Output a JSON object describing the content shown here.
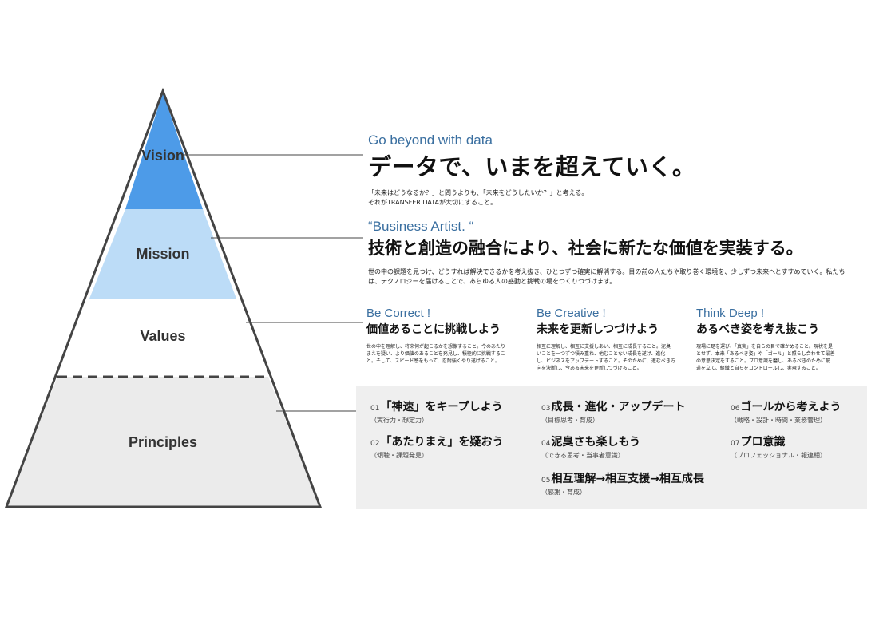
{
  "pyramid": {
    "levels": [
      "Vision",
      "Mission",
      "Values",
      "Principles"
    ],
    "colors": {
      "vision": "#4d9be8",
      "mission": "#bcdcf7",
      "values": "#ffffff",
      "principles": "#ebebeb",
      "stroke": "#444444"
    }
  },
  "vision": {
    "en": "Go beyond with data",
    "jp": "データで、いまを超えていく。",
    "desc_line1": "「未来はどうなるか？」と問うよりも、「未来をどうしたいか？」と考える。",
    "desc_line2": "それがTRANSFER DATAが大切にすること。"
  },
  "mission": {
    "en": "“Business Artist. “",
    "jp": "技術と創造の融合により、社会に新たな価値を実装する。",
    "desc_line1": "世の中の課題を見つけ、どうすれば解決できるかを考え抜き、ひとつずつ確実に解消する。目の前の人たちや取り巻く環境を、少しずつ未来へとすすめていく。私たち",
    "desc_line2": "は、テクノロジーを届けることで、あらゆる人の感動と挑戦の場をつくりつづけます。"
  },
  "values": [
    {
      "en": "Be Correct !",
      "jp": "価値あることに挑戦しよう",
      "lines": [
        "世の中を理解し、将来何が起こるかを想像すること。今のあたり",
        "まえを疑い、より価値のあることを発見し、積極的に挑戦するこ",
        "と。そして、スピード感をもって、忍耐強くやり遂げること。"
      ]
    },
    {
      "en": "Be Creative !",
      "jp": "未来を更新しつづけよう",
      "lines": [
        "相互に理解し、相互に支援しあい、相互に成長すること。泥臭",
        "いことを一つずつ積み重ね、他むことない成長を遂げ、進化",
        "し、ビジネスをアップデートすること。そのために、進むべき方",
        "向を決断し、今ある未来を更新しつづけること。"
      ]
    },
    {
      "en": "Think Deep !",
      "jp": "あるべき姿を考え抜こう",
      "lines": [
        "現場に足を運び、「真実」を自らの目で確かめること。現状を是",
        "とせず、本来「あるべき姿」や「ゴール」と照らし合わせて最善",
        "の意思決定をすること。プロ意識を磨し、あるべきのために筋",
        "道を立て、組織と自らをコントロールし、実現すること。"
      ]
    }
  ],
  "principles": [
    {
      "num": "01",
      "title": "「神速」をキープしよう",
      "sub": "（実行力・想定力）"
    },
    {
      "num": "02",
      "title": "「あたりまえ」を疑おう",
      "sub": "（傾聴・課題発見）"
    },
    {
      "num": "03",
      "title": "成長・進化・アップデート",
      "sub": "（目標思考・育成）"
    },
    {
      "num": "04",
      "title": "泥臭さも楽しもう",
      "sub": "（できる思考・当事者意識）"
    },
    {
      "num": "05",
      "title": "相互理解→相互支援→相互成長",
      "sub": "（感謝・育成）"
    },
    {
      "num": "06",
      "title": "ゴールから考えよう",
      "sub": "（戦略・設計・時間・業務管理）"
    },
    {
      "num": "07",
      "title": "プロ意識",
      "sub": "（プロフェッショナル・報連相）"
    }
  ]
}
